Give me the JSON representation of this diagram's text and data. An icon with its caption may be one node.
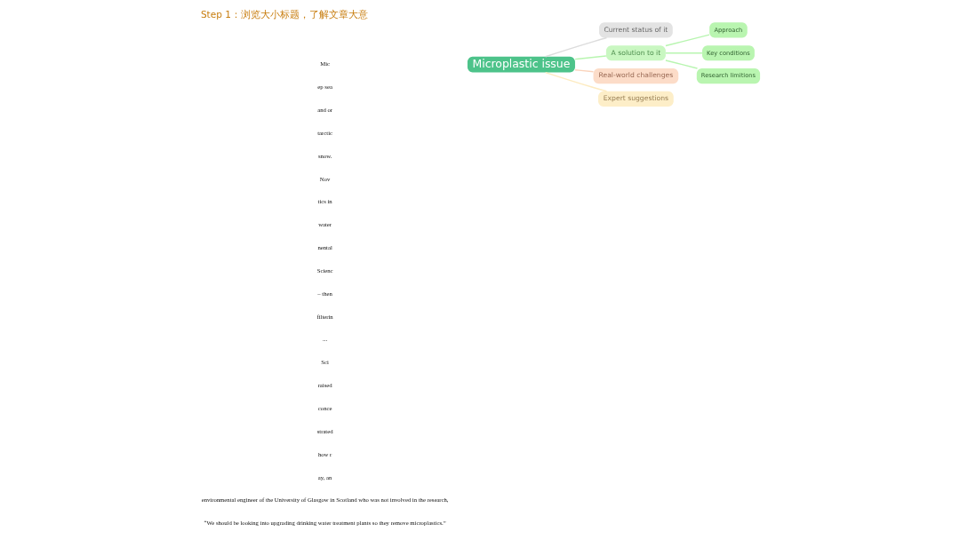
{
  "diagram": {
    "title": "Step 1：浏览大小标题，了解文章大意",
    "nodes": [
      {
        "text": [
          "Microplastic issue"
        ]
      },
      {
        "text": [
          "Current status of it"
        ]
      },
      {
        "text": [
          "A solution to it"
        ]
      },
      {
        "text": [
          "Approach"
        ]
      },
      {
        "text": [
          "Key conditions"
        ]
      },
      {
        "text": [
          "Research limitions"
        ]
      },
      {
        "text": [
          "Real-world challenges"
        ]
      },
      {
        "text": [
          "Expert suggestions"
        ]
      }
    ],
    "edges": [
      {
        "from": 0,
        "to": 1,
        "arrow": "none",
        "color": "#dcdcdc"
      },
      {
        "from": 0,
        "to": 2,
        "arrow": "none",
        "color": "#b8f5b0"
      },
      {
        "from": 2,
        "to": 3,
        "arrow": "none",
        "color": "#b8f5b0"
      },
      {
        "from": 2,
        "to": 4,
        "arrow": "none",
        "color": "#b8f5b0"
      },
      {
        "from": 2,
        "to": 5,
        "arrow": "none",
        "color": "#b8f5b0"
      },
      {
        "from": 0,
        "to": 6,
        "arrow": "none",
        "color": "#fad3bb"
      },
      {
        "from": 0,
        "to": 7,
        "arrow": "none",
        "color": "#fdebc0"
      }
    ],
    "labels": [
      "Mic",
      "ep sea",
      "and or",
      "tarctic",
      "snow.",
      "Nov",
      "tics in",
      "water",
      "nental",
      "Scienc",
      "– then",
      "filterin",
      "...",
      "Sci",
      "raised",
      "conce",
      "strated",
      "how r",
      "ay, an",
      "environmental engineer of the University of Glasgow in Scotland who was not involved in the research,",
      "“We should be looking into upgrading drinking water treatment plants so they remove microplastics.”"
    ]
  }
}
